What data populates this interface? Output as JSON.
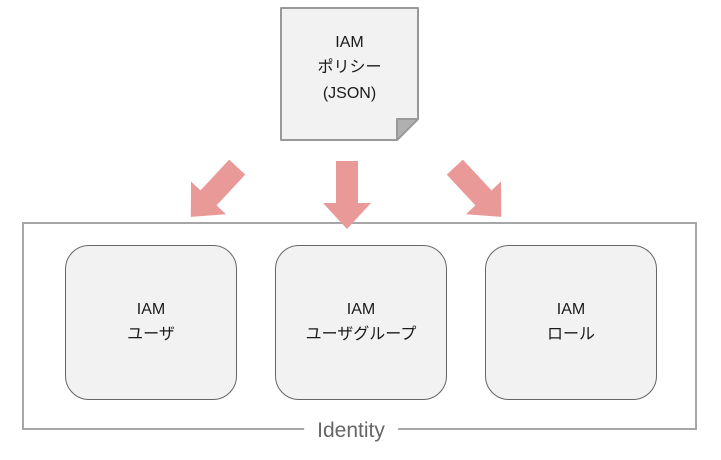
{
  "diagram": {
    "policy_note": {
      "label": "IAM\nポリシー\n(JSON)"
    },
    "identity_group": {
      "label": "Identity",
      "boxes": [
        {
          "label": "IAM\nユーザ"
        },
        {
          "label": "IAM\nユーザグループ"
        },
        {
          "label": "IAM\nロール"
        }
      ]
    },
    "arrows": {
      "count": 3,
      "meaning": "policy attaches to user, user group, and role"
    },
    "colors": {
      "arrow_fill": "#ea9999",
      "shape_fill": "#f2f2f2",
      "note_border": "#999999",
      "note_fold_fill": "#b0b0b0",
      "box_border": "#666666",
      "container_border": "#a6a6a6",
      "label_text": "#666666",
      "text": "#1a1a1a"
    }
  }
}
